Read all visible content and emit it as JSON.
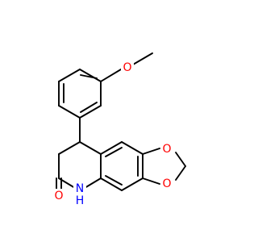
{
  "molecule": {
    "atoms": {
      "methoxy_o": "O",
      "dioxole_o_top": "O",
      "dioxole_o_bottom": "O",
      "carbonyl_o": "O",
      "amide_nh": "N",
      "amide_h": "H"
    }
  },
  "colors": {
    "oxygen": "#ff0000",
    "nitrogen": "#0000ff",
    "bond": "#000000"
  }
}
